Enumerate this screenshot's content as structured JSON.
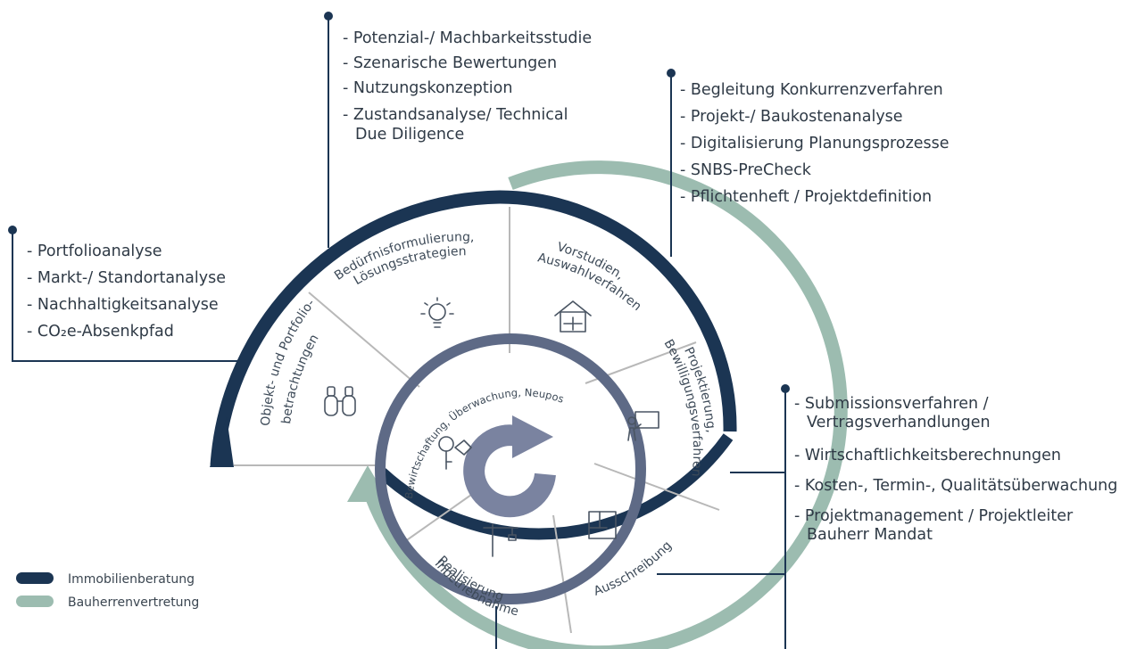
{
  "colors": {
    "immobilien": "#1b3553",
    "bauherren": "#9cbcb0",
    "inner_ring": "#5e6a86",
    "center_arrow": "#7a83a0",
    "divider": "#b8b8b8",
    "text": "#2f3a46"
  },
  "segments": [
    {
      "id": "objekt",
      "lines": [
        "Objekt- und Portfolio-",
        "betrachtungen"
      ],
      "icon": "binoculars-icon"
    },
    {
      "id": "beduerfnis",
      "lines": [
        "Bedürfnisformulierung,",
        "Lösungsstrategien"
      ],
      "icon": "lightbulb-icon"
    },
    {
      "id": "vorstudien",
      "lines": [
        "Vorstudien,",
        "Auswahlverfahren"
      ],
      "icon": "house-calculator-icon"
    },
    {
      "id": "projektierung",
      "lines": [
        "Projektierung,",
        "Bewilligungsverfahren"
      ],
      "icon": "presentation-icon"
    },
    {
      "id": "ausschreibung",
      "lines": [
        "Ausschreibung"
      ],
      "icon": "floorplan-icon"
    },
    {
      "id": "realisierung",
      "lines": [
        "Realisierung",
        "Inbetriebnahme"
      ],
      "icon": "crane-icon"
    }
  ],
  "inner_segment": {
    "label": "Bewirtschaftung, Überwachung, Neupositionierung",
    "icon": "keys-icon"
  },
  "callouts": {
    "left": [
      "Portfolioanalyse",
      "Markt-/ Standortanalyse",
      "Nachhaltigkeitsanalyse",
      "CO₂e-Absenkpfad"
    ],
    "top": [
      "Potenzial-/ Machbarkeitsstudie",
      "Szenarische Bewertungen",
      "Nutzungskonzeption",
      "Zustandsanalyse/ Technical",
      "Due Diligence"
    ],
    "right_top": [
      "Begleitung Konkurrenzverfahren",
      "Projekt-/ Baukostenanalyse",
      "Digitalisierung Planungsprozesse",
      "SNBS-PreCheck",
      "Pflichtenheft / Projektdefinition"
    ],
    "right_bottom": [
      "Submissionsverfahren /",
      "Vertragsverhandlungen",
      "Wirtschaftlichkeitsberechnungen",
      "Kosten-, Termin-, Qualitätsüberwachung",
      "Projektmanagement / Projektleiter",
      "Bauherr Mandat"
    ]
  },
  "legend": [
    {
      "label": "Immobilienberatung",
      "color": "#1b3553"
    },
    {
      "label": "Bauherrenvertretung",
      "color": "#9cbcb0"
    }
  ]
}
